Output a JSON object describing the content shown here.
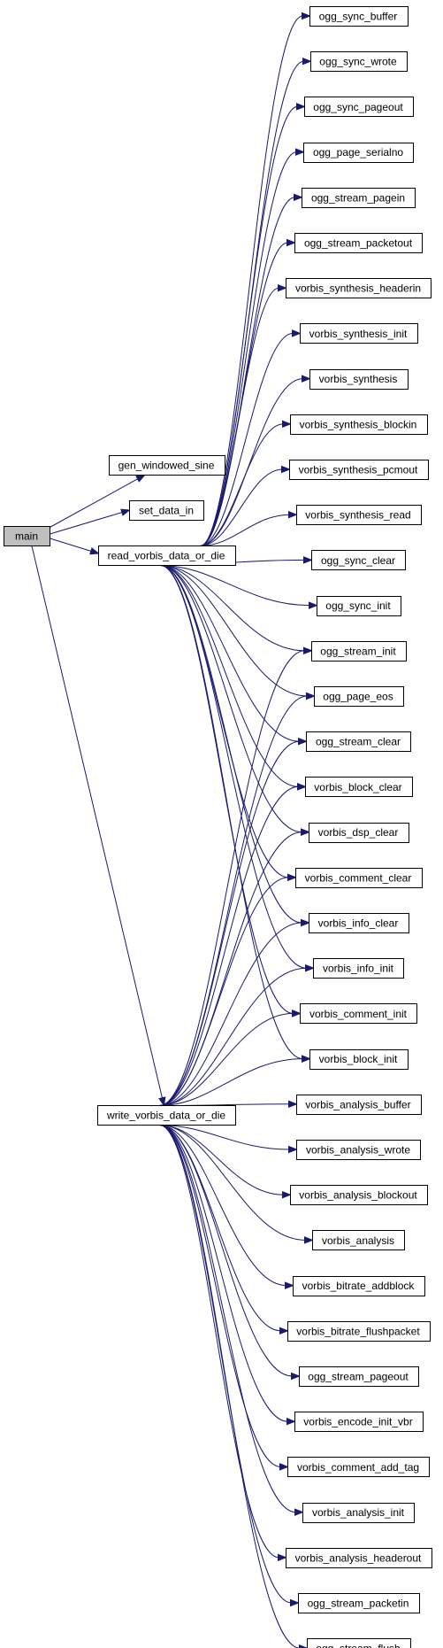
{
  "root": "main",
  "level1": [
    "gen_windowed_sine",
    "set_data_in",
    "read_vorbis_data_or_die",
    "write_vorbis_data_or_die"
  ],
  "read_only": [
    "ogg_sync_buffer",
    "ogg_sync_wrote",
    "ogg_sync_pageout",
    "ogg_page_serialno",
    "ogg_stream_pagein",
    "ogg_stream_packetout",
    "vorbis_synthesis_headerin",
    "vorbis_synthesis_init",
    "vorbis_synthesis",
    "vorbis_synthesis_blockin",
    "vorbis_synthesis_pcmout",
    "vorbis_synthesis_read",
    "ogg_sync_clear",
    "ogg_sync_init"
  ],
  "shared": [
    "ogg_stream_init",
    "ogg_page_eos",
    "ogg_stream_clear",
    "vorbis_block_clear",
    "vorbis_dsp_clear",
    "vorbis_comment_clear",
    "vorbis_info_clear",
    "vorbis_info_init",
    "vorbis_comment_init",
    "vorbis_block_init"
  ],
  "write_only": [
    "vorbis_analysis_buffer",
    "vorbis_analysis_wrote",
    "vorbis_analysis_blockout",
    "vorbis_analysis",
    "vorbis_bitrate_addblock",
    "vorbis_bitrate_flushpacket",
    "ogg_stream_pageout",
    "vorbis_encode_init_vbr",
    "vorbis_comment_add_tag",
    "vorbis_analysis_init",
    "vorbis_analysis_headerout",
    "ogg_stream_packetin",
    "ogg_stream_flush"
  ],
  "colors": {
    "edge": "#191970",
    "root_fill": "#bfbfbf",
    "node_fill": "#ffffff",
    "node_border": "#000000"
  }
}
